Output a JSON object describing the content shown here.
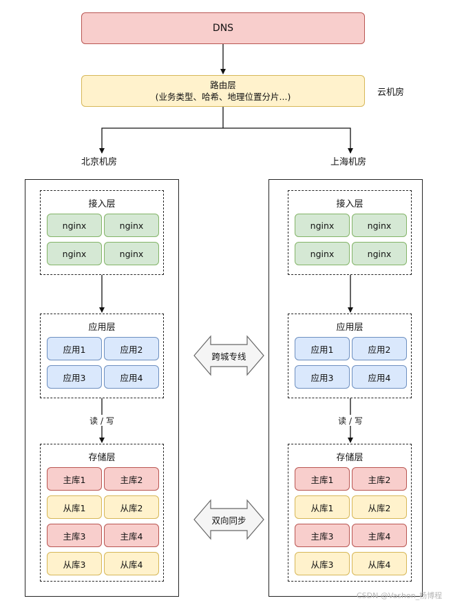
{
  "dns": {
    "label": "DNS"
  },
  "route": {
    "title": "路由层",
    "subtitle": "(业务类型、哈希、地理位置分片...)"
  },
  "cloud_label": "云机房",
  "regions": [
    {
      "name": "北京机房",
      "access": {
        "title": "接入层",
        "items": [
          "nginx",
          "nginx",
          "nginx",
          "nginx"
        ]
      },
      "app": {
        "title": "应用层",
        "items": [
          "应用1",
          "应用2",
          "应用3",
          "应用4"
        ]
      },
      "rw_label": "读 / 写",
      "storage": {
        "title": "存储层",
        "items": [
          "主库1",
          "主库2",
          "从库1",
          "从库2",
          "主库3",
          "主库4",
          "从库3",
          "从库4"
        ]
      }
    },
    {
      "name": "上海机房",
      "access": {
        "title": "接入层",
        "items": [
          "nginx",
          "nginx",
          "nginx",
          "nginx"
        ]
      },
      "app": {
        "title": "应用层",
        "items": [
          "应用1",
          "应用2",
          "应用3",
          "应用4"
        ]
      },
      "rw_label": "读 / 写",
      "storage": {
        "title": "存储层",
        "items": [
          "主库1",
          "主库2",
          "从库1",
          "从库2",
          "主库3",
          "主库4",
          "从库3",
          "从库4"
        ]
      }
    }
  ],
  "links": {
    "cross_city": "跨城专线",
    "sync": "双向同步"
  },
  "watermark": "CSDN @Vashon_杨博程"
}
